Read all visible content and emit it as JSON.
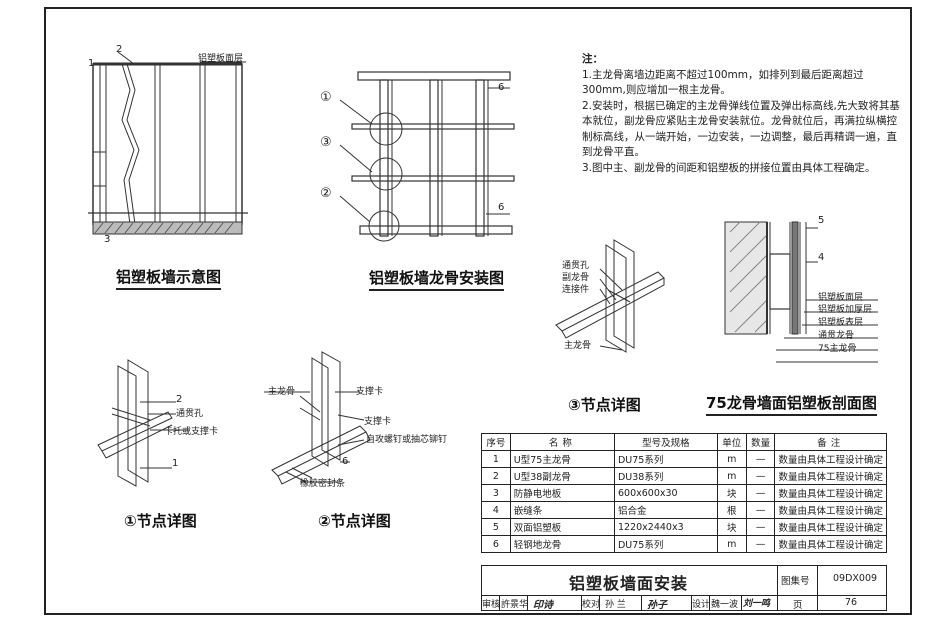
{
  "captions": {
    "wall_schematic": "铝塑板墙示意图",
    "keel_install": "铝塑板墙龙骨安装图",
    "detail1": "①节点详图",
    "detail2": "②节点详图",
    "detail3": "③节点详图",
    "section": "75龙骨墙面铝塑板剖面图"
  },
  "labels": {
    "surface_layer": "铝塑板面层",
    "n1": "1",
    "n2": "2",
    "n3": "3",
    "n4": "4",
    "n5": "5",
    "n6": "6",
    "c1": "①",
    "c2": "②",
    "c3": "③",
    "through_hole": "通贯孔",
    "aux_keel": "副龙骨",
    "connector": "连接件",
    "main_keel": "主龙骨",
    "card_clip": "卡托或支撑卡",
    "support_card": "支撑卡",
    "self_tap": "自攻螺钉或抽芯铆钉",
    "rubber_strip": "橡胶密封条",
    "face_layer": "铝塑板面层",
    "thick_layer": "铝塑板加厚层",
    "back_layer": "铝塑板表层",
    "through_keel": "通贯龙骨",
    "keel75": "75主龙骨"
  },
  "notes": {
    "title": "注：",
    "items": [
      "1.主龙骨离墙边距离不超过100mm，如排列到最后距离超过300mm,则应增加一根主龙骨。",
      "2.安装时，根据已确定的主龙骨弹线位置及弹出标高线,先大致将其基本就位，副龙骨应紧贴主龙骨安装就位。龙骨就位后，再满拉纵横控制标高线，从一端开始，一边安装，一边调整，最后再精调一遍，直到龙骨平直。",
      "3.图中主、副龙骨的间距和铝塑板的拼接位置由具体工程确定。"
    ]
  },
  "table": {
    "headers": [
      "序号",
      "名称",
      "型号及规格",
      "单位",
      "数量",
      "备注"
    ],
    "rows": [
      [
        "1",
        "U型75主龙骨",
        "DU75系列",
        "m",
        "—",
        "数量由具体工程设计确定"
      ],
      [
        "2",
        "U型38副龙骨",
        "DU38系列",
        "m",
        "—",
        "数量由具体工程设计确定"
      ],
      [
        "3",
        "防静电地板",
        "600x600x30",
        "块",
        "—",
        "数量由具体工程设计确定"
      ],
      [
        "4",
        "嵌缝条",
        "铝合金",
        "根",
        "—",
        "数量由具体工程设计确定"
      ],
      [
        "5",
        "双面铝塑板",
        "1220x2440x3",
        "块",
        "—",
        "数量由具体工程设计确定"
      ],
      [
        "6",
        "轻钢地龙骨",
        "DU75系列",
        "m",
        "—",
        "数量由具体工程设计确定"
      ]
    ]
  },
  "title_block": {
    "title": "铝塑板墙面安装",
    "atlas_label": "图集号",
    "atlas_no": "09DX009",
    "page_label": "页",
    "page_no": "76",
    "review_label": "审核",
    "review_name": "許景华",
    "check_label": "校对",
    "check_name": "孙 兰",
    "design_label": "设计",
    "design_name": "魏一波",
    "sig_review": "印诗",
    "sig_check": "孙子",
    "sig_design": "刘一鸣"
  }
}
